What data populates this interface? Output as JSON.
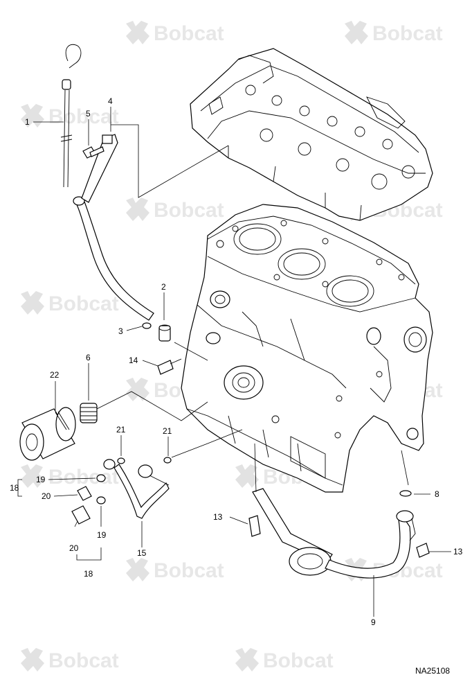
{
  "watermark": {
    "brand": "Bobcat",
    "color": "#e2e2e2"
  },
  "drawing_code": "NA25108",
  "callouts": [
    {
      "id": "c1",
      "label": "1"
    },
    {
      "id": "c2",
      "label": "2"
    },
    {
      "id": "c3",
      "label": "3"
    },
    {
      "id": "c4",
      "label": "4"
    },
    {
      "id": "c5",
      "label": "5"
    },
    {
      "id": "c6",
      "label": "6"
    },
    {
      "id": "c8",
      "label": "8"
    },
    {
      "id": "c9",
      "label": "9"
    },
    {
      "id": "c13a",
      "label": "13"
    },
    {
      "id": "c13b",
      "label": "13"
    },
    {
      "id": "c14",
      "label": "14"
    },
    {
      "id": "c15",
      "label": "15"
    },
    {
      "id": "c18a",
      "label": "18"
    },
    {
      "id": "c18b",
      "label": "18"
    },
    {
      "id": "c19a",
      "label": "19"
    },
    {
      "id": "c19b",
      "label": "19"
    },
    {
      "id": "c20a",
      "label": "20"
    },
    {
      "id": "c20b",
      "label": "20"
    },
    {
      "id": "c21a",
      "label": "21"
    },
    {
      "id": "c21b",
      "label": "21"
    },
    {
      "id": "c22",
      "label": "22"
    }
  ]
}
